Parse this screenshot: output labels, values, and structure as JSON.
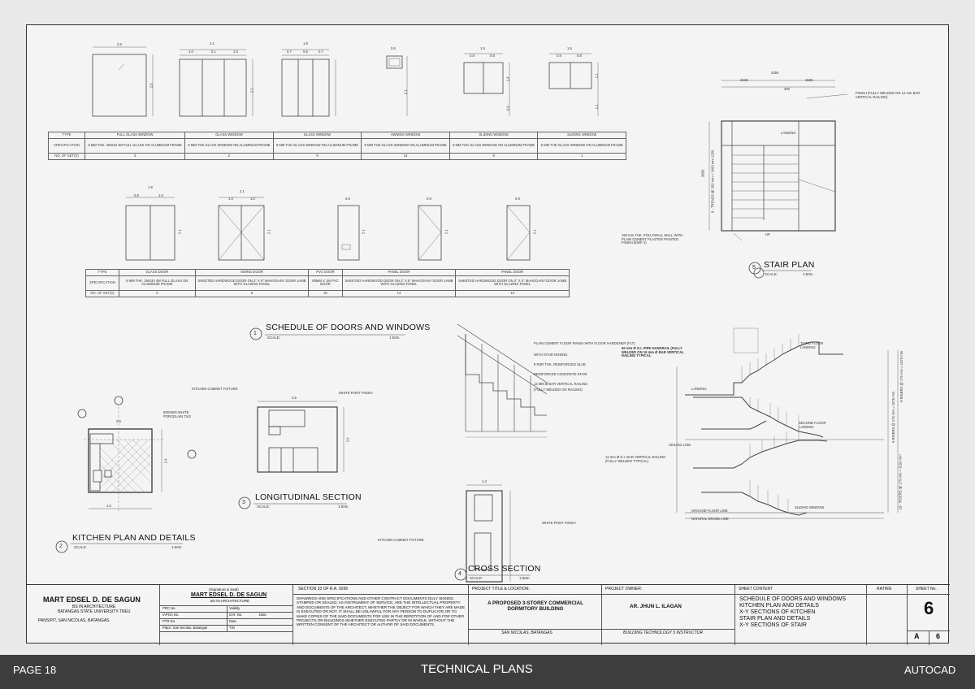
{
  "schedule_windows": {
    "rows": [
      {
        "label": "TYPE",
        "values": [
          "FULL GLASS WINDOW",
          "GLASS WINDOW",
          "GLASS WINDOW",
          "AWNING WINDOW",
          "SLIDING WINDOW",
          "SLIDING WINDOW"
        ]
      },
      {
        "label": "SPECIFICATION",
        "values": [
          "6 MM THK. 2MX20 4M FULL GLASS ON ALUMINUM FRAME",
          "6 MM THK.GLASS WINDOW ON ALUMINUM FRAME",
          "6 MM THK.GLASS WINDOW ON ALUMINUM FRAME",
          "6 MM THK.GLASS WINDOW ON ALUMINUM FRAME",
          "6 MM THK.GLASS WINDOW ON ALUMINUM FRAME",
          "6 MM THK.GLASS WINDOW ON ALUMINUM FRAME"
        ]
      },
      {
        "label": "NO. OF SET(S)",
        "values": [
          "3",
          "2",
          "6",
          "14",
          "8",
          "1"
        ]
      }
    ],
    "dims": [
      "2.6",
      "2.1",
      "1.0",
      "0.1",
      "1.0",
      "1.9",
      "0.7",
      "0.5",
      "0.7",
      "0.6",
      "1.5",
      "0.8",
      "0.8",
      "1.6",
      "0.8",
      "0.8",
      "2.6",
      "2.2",
      "2.1",
      "1.4",
      "0.9",
      "1.1",
      "1.1"
    ]
  },
  "schedule_doors": {
    "rows": [
      {
        "label": "TYPE",
        "values": [
          "GLASS DOOR",
          "SWING DOOR",
          "PVC DOOR",
          "PANEL DOOR",
          "PANEL DOOR"
        ]
      },
      {
        "label": "SPECIFICATION",
        "values": [
          "6 MM THK. 2MX20 4M FULL GLASS ON ALUMINUM FRAME",
          "SHEETED HARDWOOD DOOR ON 2\" X 5\" MAHOGANY DOOR JAMB WITH GLAZING PANEL",
          "80MM X 1M PVC DOOR",
          "SHEETED HARDWOOD DOOR ON 2\" X 5\" MAHOGANY DOOR JAMB WITH GLAZING PANEL",
          "SHEETED HARDWOOD DOOR ON 2\" X 5\" MAHOGANY DOOR JAMB WITH GLAZING PANEL"
        ]
      },
      {
        "label": "NO. OF SET(S)",
        "values": [
          "3",
          "6",
          "15",
          "14",
          "14"
        ]
      }
    ],
    "dims": [
      "1.9",
      "0.8",
      "1.0",
      "2.1",
      "1.0",
      "1.0",
      "0.8",
      "0.9",
      "0.9",
      "2.1",
      "2.1",
      "2.1",
      "2.1",
      "2.1"
    ]
  },
  "titles": {
    "schedule": {
      "num": "1",
      "name": "SCHEDULE OF DOORS AND WINDOWS",
      "scale": "SCALE:",
      "ratio": "1:50m"
    },
    "kitchen": {
      "num": "2",
      "name": "KITCHEN PLAN AND DETAILS",
      "scale": "SCALE:",
      "ratio": "1:50m"
    },
    "longitudinal": {
      "num": "3",
      "name": "LONGITUDINAL SECTION",
      "scale": "SCALE:",
      "ratio": "1:50m"
    },
    "cross": {
      "num": "4",
      "name": "CROSS SECTION",
      "scale": "SCALE:",
      "ratio": "1:50m"
    },
    "stair": {
      "num": "5",
      "name": "STAIR PLAN",
      "scale": "SCALE:",
      "ratio": "1:50m"
    }
  },
  "kitchen_notes": {
    "tile": "600X600 WHITE PORCELAIN TILE",
    "cabinet": "KITCHEN CABINET FIXTURE",
    "paint": "WHITE PAINT FINISH",
    "cabinet2": "KITCHEN CABINET FIXTURE",
    "paint2": "WHITE PAINT FINISH",
    "dims": [
      "2.6",
      "2.4",
      "1.5",
      "3.6",
      "2.6",
      "1.3"
    ]
  },
  "stair_plan": {
    "dims": [
      "3250",
      "1525",
      "1525",
      "300",
      "3800"
    ],
    "finish_note": "FINISH (FULLY WELDED ON 12 mm BAR VERTICAL RAILING)",
    "landing": "LANDING",
    "wall_note": "150 mm THK. POLLYWALL WALL WITH PLAIN CEMENT PLASTER PAINTED FINISH (EWF-1)",
    "up": "UP",
    "treads": "8 - TREADS @ 300 mm = 2400 mm 1250"
  },
  "stair_section": {
    "handrail_note": "50 mm Ø G.I. PIPE HANDRAIL (FULLY WELDED ON 16 mm Ø BAR VERTICAL RAILING TYPICAL",
    "bar_note": "12 mm Ø G.I. BAR VERTICAL RAILING (FULLY WELDED TYPICAL)",
    "third": "THIRD FLOOR LANDING",
    "second": "SECOND FLOOR LANDING",
    "landing": "LANDING",
    "ceiling": "CEILING LINE",
    "ground": "GROUND FLOOR LINE",
    "natural": "NATURAL GRADE LINE",
    "sliding": "SLIDING WINDOW",
    "risers_top": "9 RISERS @ 175 mm = 1575 mm",
    "risers_mid": "9 RISERS @ 175 mm = 1575 mm",
    "risers_bot": "18 - RISERS @ 175 mm = 3150 mm"
  },
  "stair_detail_notes": [
    "PLAIN CEMENT FLOOR FINISH WITH FLOOR HARDENER (FLT)",
    "WITH STAIR NOSING",
    "9 RSR THK. REINFORCED SLAB",
    "REINFORCED CONCRETE STAIR",
    "12 MM Ø BAR VERTICAL RAILING",
    "(FULLY WELDED ON RAILING)"
  ],
  "title_block": {
    "designer_name": "MART EDSEL D. DE SAGUN",
    "designer_degree": "BS IN ARCHITECTURE",
    "designer_school": "BATANGAS STATE UNIVERSITY-TNEU",
    "designer_address": "PANSIPIT, SAN NICOLAS, BATANGAS",
    "sig_caption": "(Signature & Seal)",
    "sig_name": "MART EDSEL D. DE SAGUN",
    "sig_degree": "BS IN ARCHITECTURE",
    "prc": "PRC No.",
    "validity": "Validity",
    "iapoa": "IAPOA No.",
    "or_no": "O.R. No.",
    "date": "Date",
    "ptr": "PTR No.",
    "date2": "Date",
    "place": "Place: San Nicolas, Batangas",
    "tin": "TIN",
    "section_head": "SECTION 33 OF R.A. 9266",
    "section_text": "DRAWINGS AND SPECIFICATIONS AND OTHER CONTRACT DOCUMENTS DULY SIGNED, STAMPED OR SEALED, AS INSTRUMENT OF SERVICE, ARE THE INTELLECTUAL PROPERTY AND DOCUMENTS OF THE ARCHITECT, WHETHER THE OBJECT FOR WHICH THEY ARE MADE IS EXECUTED OR NOT. IT SHALL BE UNLAWFUL FOR ANY PERSON TO DUPLICATE OR TO MAKE COPIES OF THE SAID DOCUMENTS FOR USE IN THE REPETITION OF AND FOR OTHER PROJECTS OR BUILDINGS WHETHER EXECUTED PARTLY OR IN WHOLE, WITHOUT THE WRITTEN CONSENT OF THE ARCHITECT OR AUTHOR OF SAID DOCUMENTS.",
    "project_head": "PROJECT TITLE & LOCATION:",
    "project_title": "A PROPOSED 3-STOREY COMMERCIAL DORMITORY BUILDING",
    "project_location": "SAN NICOLAS, BATANGAS",
    "owner_head": "PROJECT OWNER:",
    "owner_name": "AR. JHUN L. ILAGAN",
    "owner_role": "BUILDING TECHNOLOGY 5 INSTRUCTOR",
    "content_head": "SHEET CONTENT",
    "content": [
      "SCHEDULE OF DOORS AND WINDOWS",
      "KITCHEN PLAN AND DETAILS",
      "X-Y SECTIONS OF KITCHEN",
      "STAIR PLAN AND DETAILS",
      "X-Y SECTIONS OF STAIR"
    ],
    "rating_head": "RATING",
    "sheet_head": "SHEET No.",
    "sheet_no": "6",
    "sheet_code_a": "A",
    "sheet_code_n": "6"
  },
  "footer": {
    "page": "PAGE 18",
    "title": "TECHNICAL PLANS",
    "software": "AUTOCAD"
  }
}
